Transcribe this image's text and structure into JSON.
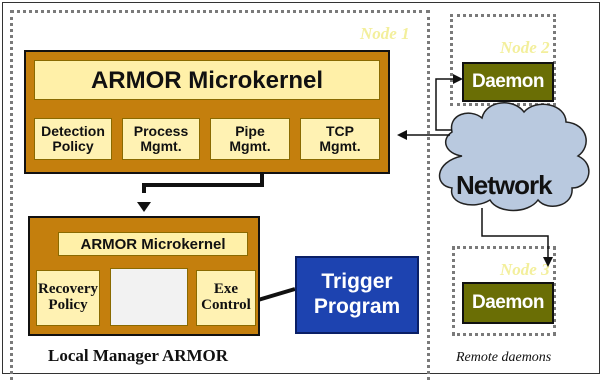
{
  "local_manager": {
    "node_label": "Node 1",
    "microkernel_title": "ARMOR Microkernel",
    "modules": [
      "Detection\nPolicy",
      "Process\nMgmt.",
      "Pipe\nMgmt.",
      "TCP\nMgmt."
    ]
  },
  "armor_lower": {
    "microkernel_title": "ARMOR Microkernel",
    "elements": [
      "Recovery\nPolicy",
      "Exe\nControl"
    ],
    "graph_icon": "bell-curve-icon"
  },
  "trigger": {
    "label": "Trigger\nProgram"
  },
  "network": {
    "label": "Network"
  },
  "remote": [
    {
      "node_label": "Node 2",
      "daemon_label": "Daemon"
    },
    {
      "node_label": "Node 3",
      "daemon_label": "Daemon"
    }
  ],
  "captions": {
    "local": "Local Manager ARMOR",
    "remote": "Remote daemons"
  },
  "colors": {
    "armor_fill": "#c47f0d",
    "module_fill": "#fff2b3",
    "daemon_fill": "#6a6e05",
    "trigger_fill": "#1d43b0",
    "network_fill": "#b9c9df"
  }
}
